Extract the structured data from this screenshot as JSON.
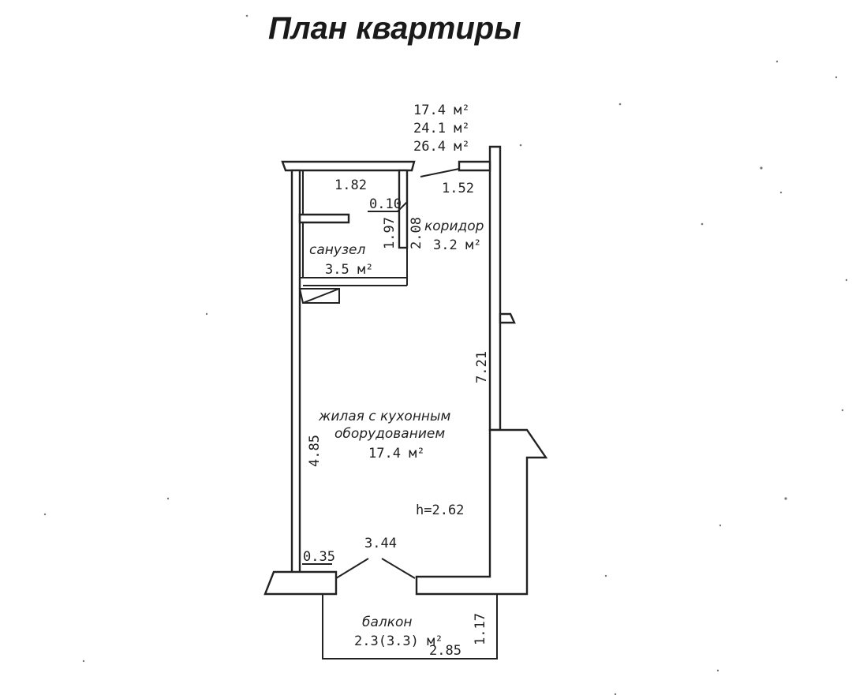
{
  "title": "План квартиры",
  "areas": {
    "living": "17.4 м²",
    "total": "24.1 м²",
    "total_with_balcony": "26.4 м²"
  },
  "rooms": {
    "bathroom": {
      "name": "санузел",
      "area": "3.5 м²"
    },
    "corridor": {
      "name": "коридор",
      "area": "3.2 м²"
    },
    "living": {
      "name_line1": "жилая с кухонным",
      "name_line2": "оборудованием",
      "area": "17.4 м²"
    },
    "balcony": {
      "name": "балкон",
      "area": "2.3(3.3) м²"
    }
  },
  "dimensions": {
    "bath_width": "1.82",
    "corridor_width": "1.52",
    "partition": "0.10",
    "bath_height": "1.97",
    "corridor_height": "2.08",
    "right_wall": "7.21",
    "left_wall": "4.85",
    "ceiling_height": "h=2.62",
    "window_width": "3.44",
    "pier": "0.35",
    "balcony_depth": "1.17",
    "balcony_width": "2.85"
  }
}
